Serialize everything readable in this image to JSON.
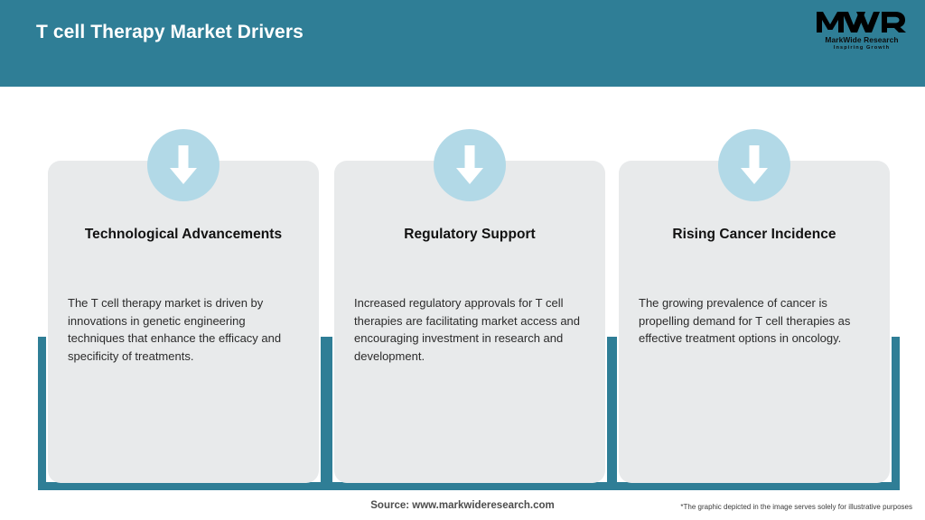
{
  "header": {
    "title": "T cell Therapy Market Drivers",
    "background_color": "#2f7e96",
    "title_color": "#ffffff"
  },
  "logo": {
    "mark": "MWR",
    "name": "MarkWide Research",
    "tagline": "Inspiring Growth"
  },
  "theme": {
    "accent_teal": "#2f7e96",
    "card_background": "#e8eaeb",
    "icon_circle": "#b2d9e7",
    "icon_arrow": "#ffffff",
    "page_background": "#ffffff"
  },
  "cards": [
    {
      "icon": "arrow-down-icon",
      "title": "Technological Advancements",
      "body": "The T cell therapy market is driven by innovations in genetic engineering techniques that enhance the efficacy and specificity of treatments."
    },
    {
      "icon": "arrow-down-icon",
      "title": "Regulatory Support",
      "body": "Increased regulatory approvals for T cell therapies are facilitating market access and encouraging investment in research and development."
    },
    {
      "icon": "arrow-down-icon",
      "title": "Rising Cancer Incidence",
      "body": "The growing prevalence of cancer is propelling demand for T cell therapies as effective treatment options in oncology."
    }
  ],
  "footer": {
    "source": "Source: www.markwideresearch.com",
    "disclaimer": "*The graphic depicted in the image serves solely for illustrative purposes"
  }
}
